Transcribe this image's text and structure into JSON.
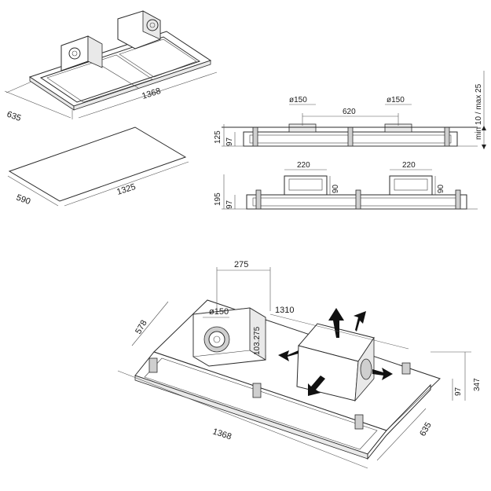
{
  "labels": {
    "top_depth": "635",
    "top_length": "1368",
    "cutout_depth": "590",
    "cutout_length": "1325",
    "front_duct1": "ø150",
    "front_duct2": "ø150",
    "front_spacing": "620",
    "front_height_total": "125",
    "front_height_body": "97",
    "front_adjust": "min 10 / max 25",
    "side_w1": "220",
    "side_w2": "220",
    "side_h1": "90",
    "side_h2": "90",
    "side_height_total": "195",
    "side_height_body": "97",
    "iso_motor_w": "275",
    "iso_duct": "ø150",
    "iso_motor_d": "103.275",
    "iso_span": "1310",
    "iso_depth": "578",
    "iso_length": "1368",
    "iso_height_total": "347",
    "iso_height_body": "97",
    "iso_width": "635"
  }
}
